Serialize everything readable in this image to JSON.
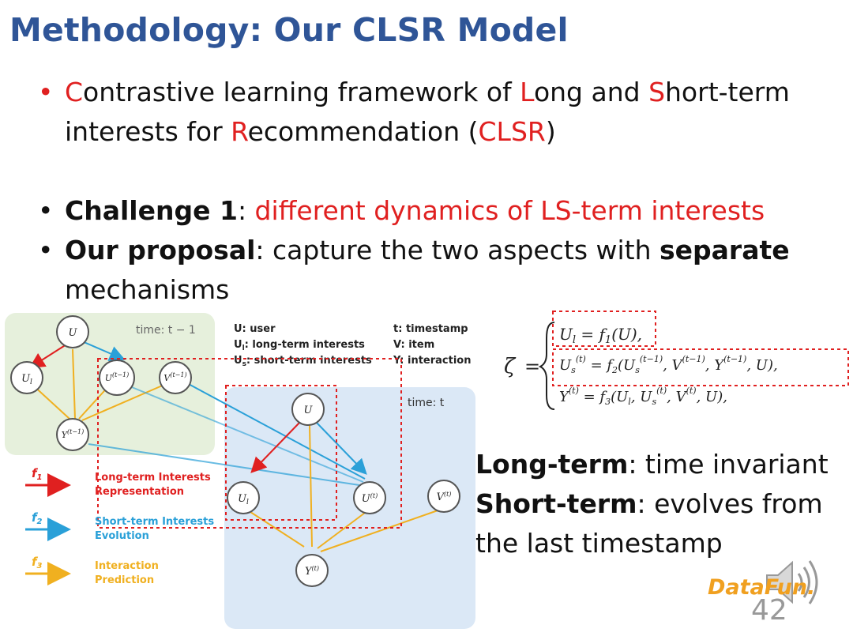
{
  "slide": {
    "title": "Methodology: Our CLSR Model",
    "bullet1": [
      {
        "text": "C",
        "red": true
      },
      {
        "text": "ontrastive learning framework of ",
        "red": false
      },
      {
        "text": "L",
        "red": true
      },
      {
        "text": "ong and ",
        "red": false
      },
      {
        "text": "S",
        "red": true
      },
      {
        "text": "hort-term interests for ",
        "red": false
      },
      {
        "text": "R",
        "red": true
      },
      {
        "text": "ecommendation (",
        "red": false
      },
      {
        "text": "CLSR",
        "red": true
      },
      {
        "text": ")",
        "red": false
      }
    ],
    "challenge_label": "Challenge 1",
    "challenge_text": "different dynamics of LS-term interests",
    "proposal_label": "Our proposal",
    "proposal_text_pre": ": capture the two aspects with ",
    "proposal_bold": "separate",
    "proposal_text_post": " mechanisms",
    "long_term_label": "Long-term",
    "long_term_text": ": time invariant",
    "short_term_label": "Short-term",
    "short_term_text": ": evolves from the last timestamp",
    "page_number": "42",
    "logo_text": "DataFun."
  },
  "diagram": {
    "prev_time_label": "time: t − 1",
    "cur_time_label": "time: t",
    "legend_defs": [
      {
        "sym": "U",
        "def": ": user"
      },
      {
        "sym": "U_l",
        "def": ": long-term interests"
      },
      {
        "sym": "U_s",
        "def": ": short-term interests"
      },
      {
        "sym": "t",
        "def": ": timestamp"
      },
      {
        "sym": "V",
        "def": ": item"
      },
      {
        "sym": "Y",
        "def": ": interaction"
      }
    ],
    "func_legend": [
      {
        "f": "f1",
        "label": "Long-term Interests Representation",
        "color": "#e02020"
      },
      {
        "f": "f2",
        "label": "Short-term Interests Evolution",
        "color": "#2aa0d8"
      },
      {
        "f": "f3",
        "label": "Interaction Prediction",
        "color": "#f0b020"
      }
    ],
    "colors": {
      "prev_bg": "#e6f0dc",
      "cur_bg": "#dbe8f6",
      "red": "#e02020",
      "blue": "#2aa0d8",
      "yellow": "#f0b020"
    }
  },
  "equation": {
    "symbol": "ζ",
    "line1": "U_l = f1(U),",
    "line2": "U_s^(t) = f2(U_s^(t−1), V^(t−1), Y^(t−1), U),",
    "line3": "Y^(t) = f3(U_l, U_s^(t), V^(t), U),"
  }
}
